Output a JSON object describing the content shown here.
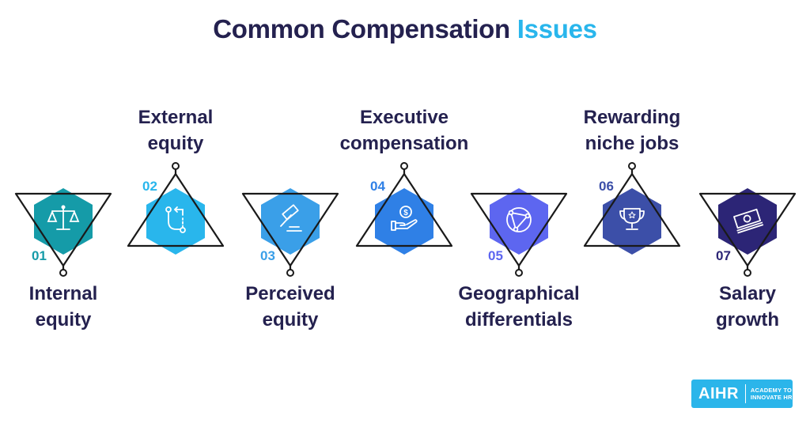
{
  "title": {
    "main": "Common Compensation",
    "accent": "Issues"
  },
  "colors": {
    "title": "#24214f",
    "accent": "#29b6ec",
    "line": "#1a1a1a"
  },
  "items": [
    {
      "number": "01",
      "label_line1": "Internal",
      "label_line2": "equity",
      "color": "#159ba8",
      "icon": "scales-icon"
    },
    {
      "number": "02",
      "label_line1": "External",
      "label_line2": "equity",
      "color": "#29b6ec",
      "icon": "path-nodes-icon"
    },
    {
      "number": "03",
      "label_line1": "Perceived",
      "label_line2": "equity",
      "color": "#3a9fe8",
      "icon": "gavel-icon"
    },
    {
      "number": "04",
      "label_line1": "Executive",
      "label_line2": "compensation",
      "color": "#2f80e6",
      "icon": "hand-coin-icon"
    },
    {
      "number": "05",
      "label_line1": "Geographical",
      "label_line2": "differentials",
      "color": "#5d66f0",
      "icon": "globe-network-icon"
    },
    {
      "number": "06",
      "label_line1": "Rewarding",
      "label_line2": "niche jobs",
      "color": "#3c4fa8",
      "icon": "trophy-icon"
    },
    {
      "number": "07",
      "label_line1": "Salary",
      "label_line2": "growth",
      "color": "#2c2576",
      "icon": "money-stack-icon"
    }
  ],
  "logo": {
    "brand": "AIHR",
    "tag_line1": "ACADEMY TO",
    "tag_line2": "INNOVATE HR",
    "color": "#2bb5ea"
  }
}
